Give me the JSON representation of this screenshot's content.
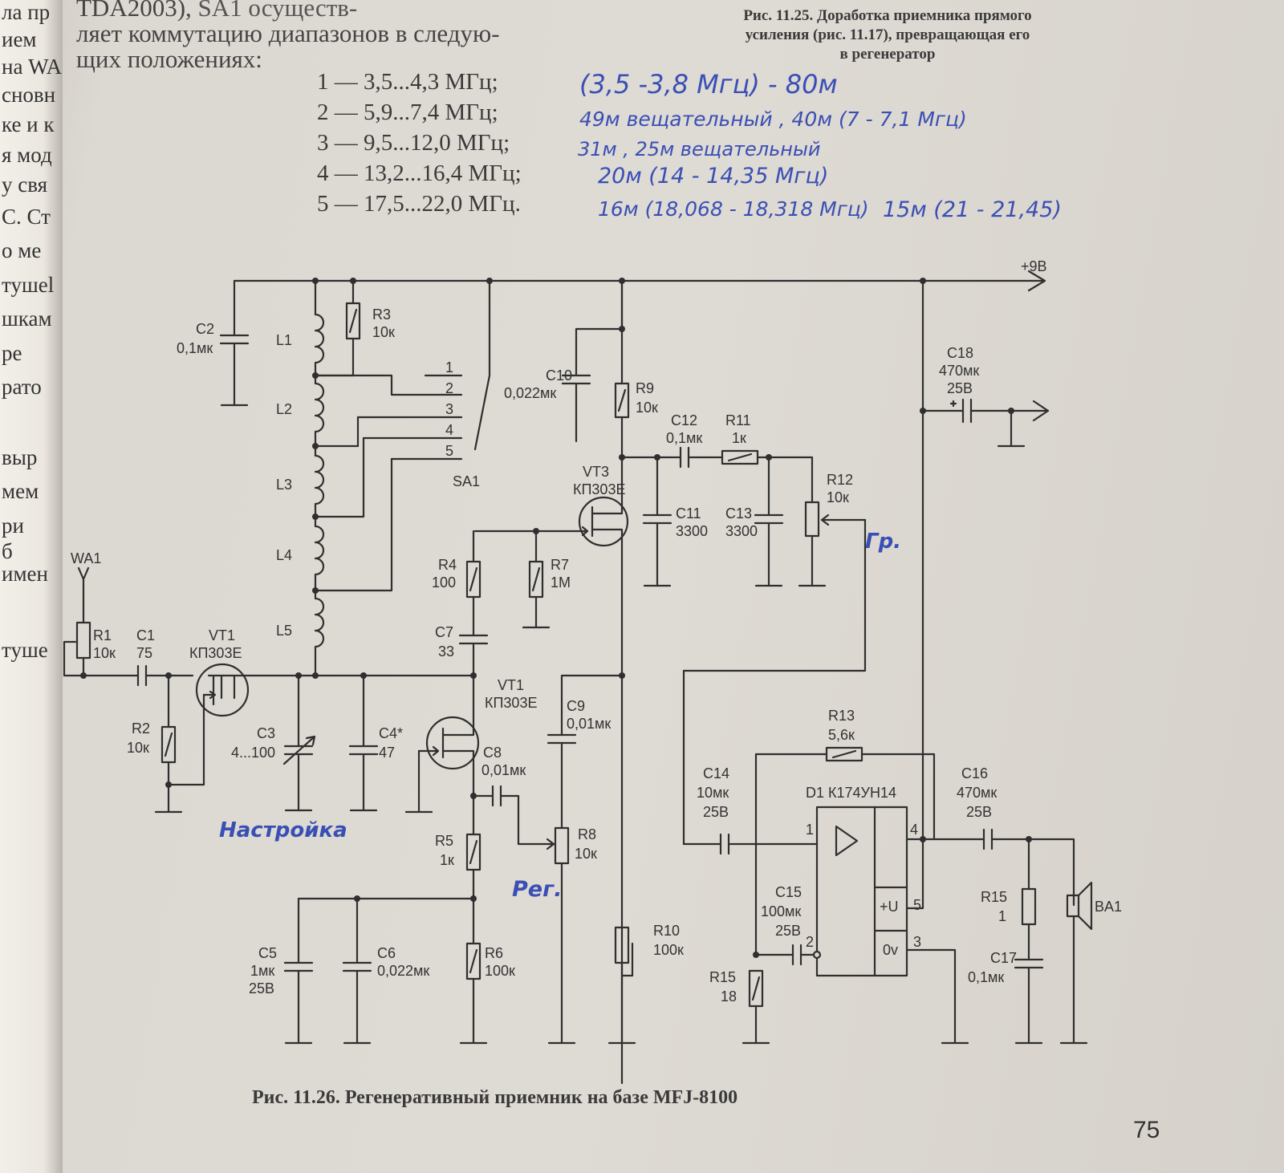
{
  "left_page_fragments": [
    "ла пр",
    "ием",
    "на WA",
    "сновн",
    "ке и к",
    "я мод",
    "у свя",
    "С. Ст",
    "о ме",
    "тушеl",
    "шкам",
    "ре",
    "рато",
    "выр",
    "мем",
    "ри",
    "б",
    "имен",
    "туше"
  ],
  "top_text": {
    "line1": "TDA2003),",
    "line1_tail": "SA1 осуществ-",
    "line2": "ляет коммутацию диапазонов в следую-",
    "line3": "щих положениях:"
  },
  "figure_top_caption": {
    "line1": "Рис. 11.25. Доработка приемника прямого",
    "line2": "усиления (рис. 11.17), превращающая его",
    "line3": "в регенератор"
  },
  "bands": [
    "1 — 3,5...4,3 МГц;",
    "2 — 5,9...7,4 МГц;",
    "3 — 9,5...12,0 МГц;",
    "4 — 13,2...16,4 МГц;",
    "5 — 17,5...22,0 МГц."
  ],
  "handwritten": {
    "band1": "(3,5 -3,8 Мгц) - 80м",
    "band2": "49м вещательный , 40м (7 - 7,1 Мгц)",
    "band3": "31м , 25м вещательный",
    "band4": "20м (14 - 14,35 Мгц)",
    "band5a": "16м (18,068 - 18,318 Мгц)",
    "band5b": "15м (21 - 21,45)",
    "tuning": "Настройка",
    "regen": "Рег.",
    "volume": "Гр."
  },
  "schematic_labels": {
    "supply": "+9В",
    "c2": "C2",
    "c2v": "0,1мк",
    "r3": "R3",
    "r3v": "10к",
    "l1": "L1",
    "l2": "L2",
    "l3": "L3",
    "l4": "L4",
    "l5": "L5",
    "sa1": "SA1",
    "pos1": "1",
    "pos2": "2",
    "pos3": "3",
    "pos4": "4",
    "pos5": "5",
    "c10": "C10",
    "c10v": "0,022мк",
    "r9": "R9",
    "r9v": "10к",
    "vt3": "VT3",
    "vt3v": "КП303Е",
    "c12": "C12",
    "c12v": "0,1мк",
    "r11": "R11",
    "r11v": "1к",
    "c11": "C11",
    "c11v": "3300",
    "c13": "C13",
    "c13v": "3300",
    "r12": "R12",
    "r12v": "10к",
    "c18": "C18",
    "c18v": "470мк",
    "c18v2": "25В",
    "wa1": "WA1",
    "r1": "R1",
    "r1v": "10к",
    "c1": "C1",
    "c1v": "75",
    "vt1a": "VT1",
    "vt1av": "КП303Е",
    "r2": "R2",
    "r2v": "10к",
    "c3": "C3",
    "c3v": "4...100",
    "c4": "C4*",
    "c4v": "47",
    "r4": "R4",
    "r4v": "100",
    "r7": "R7",
    "r7v": "1М",
    "c7": "C7",
    "c7v": "33",
    "vt1b": "VT1",
    "vt1bv": "КП303Е",
    "c9": "C9",
    "c9v": "0,01мк",
    "c8": "C8",
    "c8v": "0,01мк",
    "r8": "R8",
    "r8v": "10к",
    "r5": "R5",
    "r5v": "1к",
    "c5": "C5",
    "c5v": "1мк",
    "c5v2": "25В",
    "c6": "C6",
    "c6v": "0,022мк",
    "r6": "R6",
    "r6v": "100к",
    "r10": "R10",
    "r10v": "100к",
    "r13": "R13",
    "r13v": "5,6к",
    "c14": "C14",
    "c14v": "10мк",
    "c14v2": "25В",
    "d1": "D1 К174УН14",
    "c16": "C16",
    "c16v": "470мк",
    "c16v2": "25В",
    "pin1": "1",
    "pin2": "2",
    "pin3": "3",
    "pin4": "4",
    "pin5": "5",
    "plus_u": "+U",
    "zero_v": "0v",
    "c15": "C15",
    "c15v": "100мк",
    "c15v2": "25В",
    "r15a": "R15",
    "r15av": "18",
    "r15b": "R15",
    "r15bv": "1",
    "c17": "C17",
    "c17v": "0,1мк",
    "ba1": "BA1"
  },
  "figure_bottom_caption": "Рис. 11.26. Регенеративный приемник на базе MFJ-8100",
  "page_number": "75"
}
